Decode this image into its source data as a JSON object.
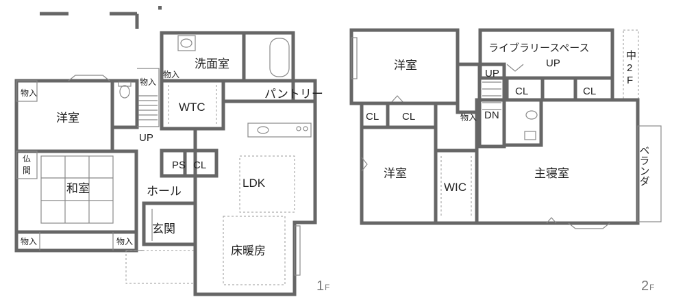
{
  "floor1": {
    "label_num": "1",
    "label_f": "F",
    "rooms": {
      "yoshitsu": "洋室",
      "washitsu": "和室",
      "butsuma_top": "仏",
      "butsuma_bottom": "間",
      "monoire_tl": "物入",
      "monoire_bl": "物入",
      "monoire_br": "物入",
      "monoire_stair": "物入",
      "monoire_wash": "物入",
      "senmenshitsu": "洗面室",
      "wtc": "WTC",
      "pantry": "パントリー",
      "ps": "PS",
      "cl": "CL",
      "hall": "ホール",
      "genkan": "玄関",
      "ldk": "LDK",
      "yukadanbou": "床暖房",
      "up": "UP"
    }
  },
  "floor2": {
    "label_num": "2",
    "label_f": "F",
    "rooms": {
      "yoshitsu_top": "洋室",
      "yoshitsu_mid": "洋室",
      "library": "ライブラリースペース",
      "naka_1": "中",
      "naka_2": "2",
      "naka_3": "F",
      "cl_lib1": "CL",
      "cl_lib2": "CL",
      "cl_a": "CL",
      "cl_b": "CL",
      "monoire": "物入",
      "up_a": "UP",
      "up_b": "UP",
      "dn": "DN",
      "wic": "WIC",
      "shushinshitsu": "主寝室",
      "veranda": "ベランダ"
    }
  }
}
